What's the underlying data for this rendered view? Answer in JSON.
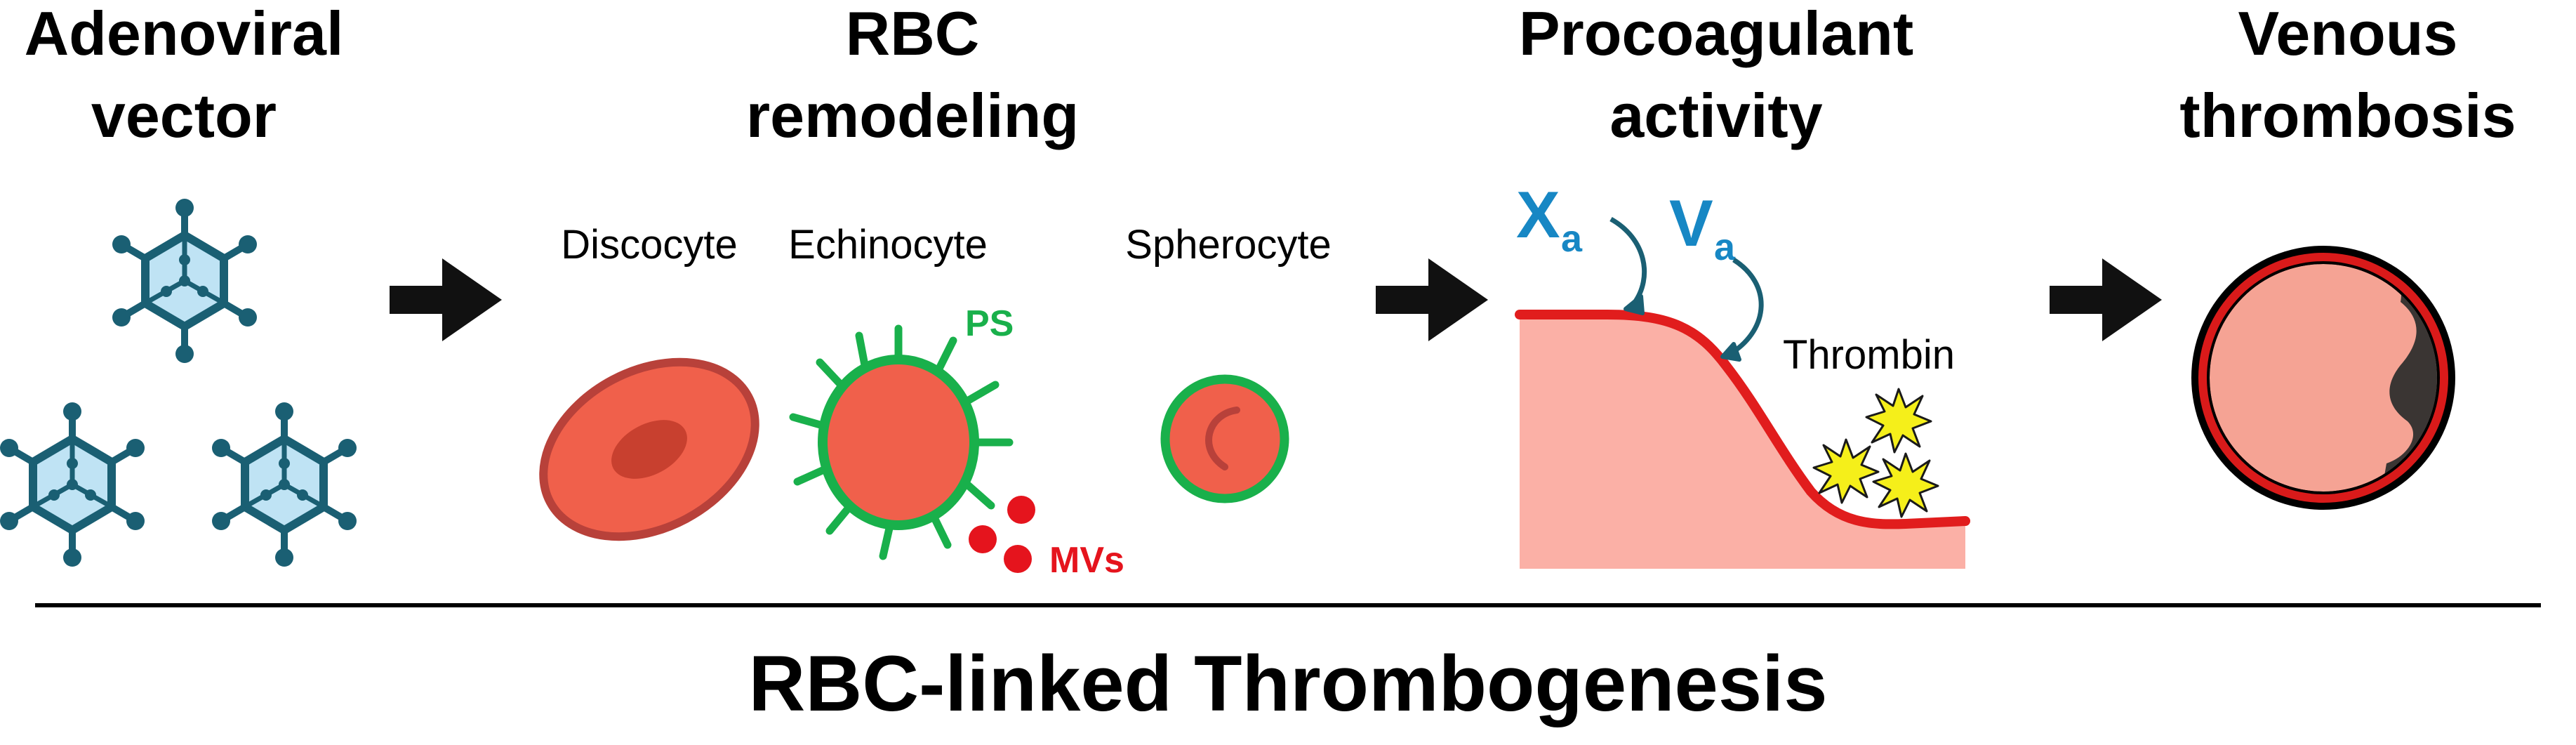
{
  "titles": {
    "adenoviral": [
      "Adenoviral",
      "vector"
    ],
    "rbc": [
      "RBC",
      "remodeling"
    ],
    "procoagulant": [
      "Procoagulant",
      "activity"
    ],
    "venous": [
      "Venous",
      "thrombosis"
    ]
  },
  "cells": {
    "discocyte": "Discocyte",
    "echinocyte": "Echinocyte",
    "spherocyte": "Spherocyte"
  },
  "tags": {
    "ps": "PS",
    "mvs": "MVs"
  },
  "factors": {
    "xa_main": "X",
    "xa_sub": "a",
    "va_main": "V",
    "va_sub": "a",
    "thrombin": "Thrombin"
  },
  "bottom_title": "RBC-linked Thrombogenesis",
  "colors": {
    "virus_stroke": "#1a5f73",
    "virus_fill": "#bfe3f4",
    "rbc_fill": "#f0604b",
    "rbc_stroke": "#b8413a",
    "membrane_green": "#19b04b",
    "mv_red": "#e5141d",
    "factor_blue": "#1787c4",
    "curve_red": "#e11d1d",
    "area_pink": "#fbb0a6",
    "thrombin_yellow": "#f5ef1a",
    "vessel_dark": "#3a3533"
  }
}
